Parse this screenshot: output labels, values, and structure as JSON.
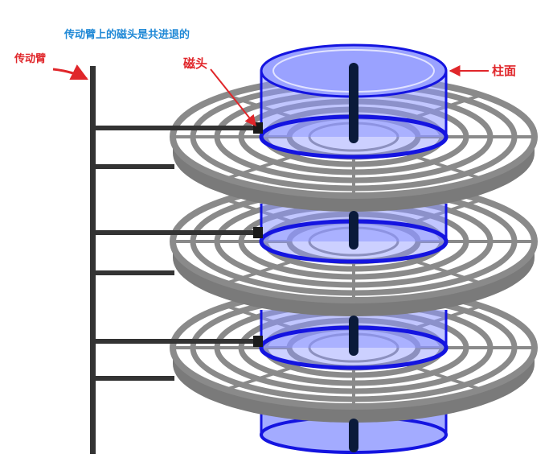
{
  "title": "传动臂上的磁头是共进退的",
  "labels": {
    "arm": "传动臂",
    "head": "磁头",
    "cylinder": "柱面"
  },
  "colors": {
    "title": "#1e88d6",
    "label": "#e0262a",
    "platter": "#8a8a8a",
    "cylinder_fill": "#8e97ff",
    "cylinder_stroke": "#1414e0",
    "arm": "#333333",
    "spindle": "#0a1a3a"
  },
  "platter_count": 3
}
